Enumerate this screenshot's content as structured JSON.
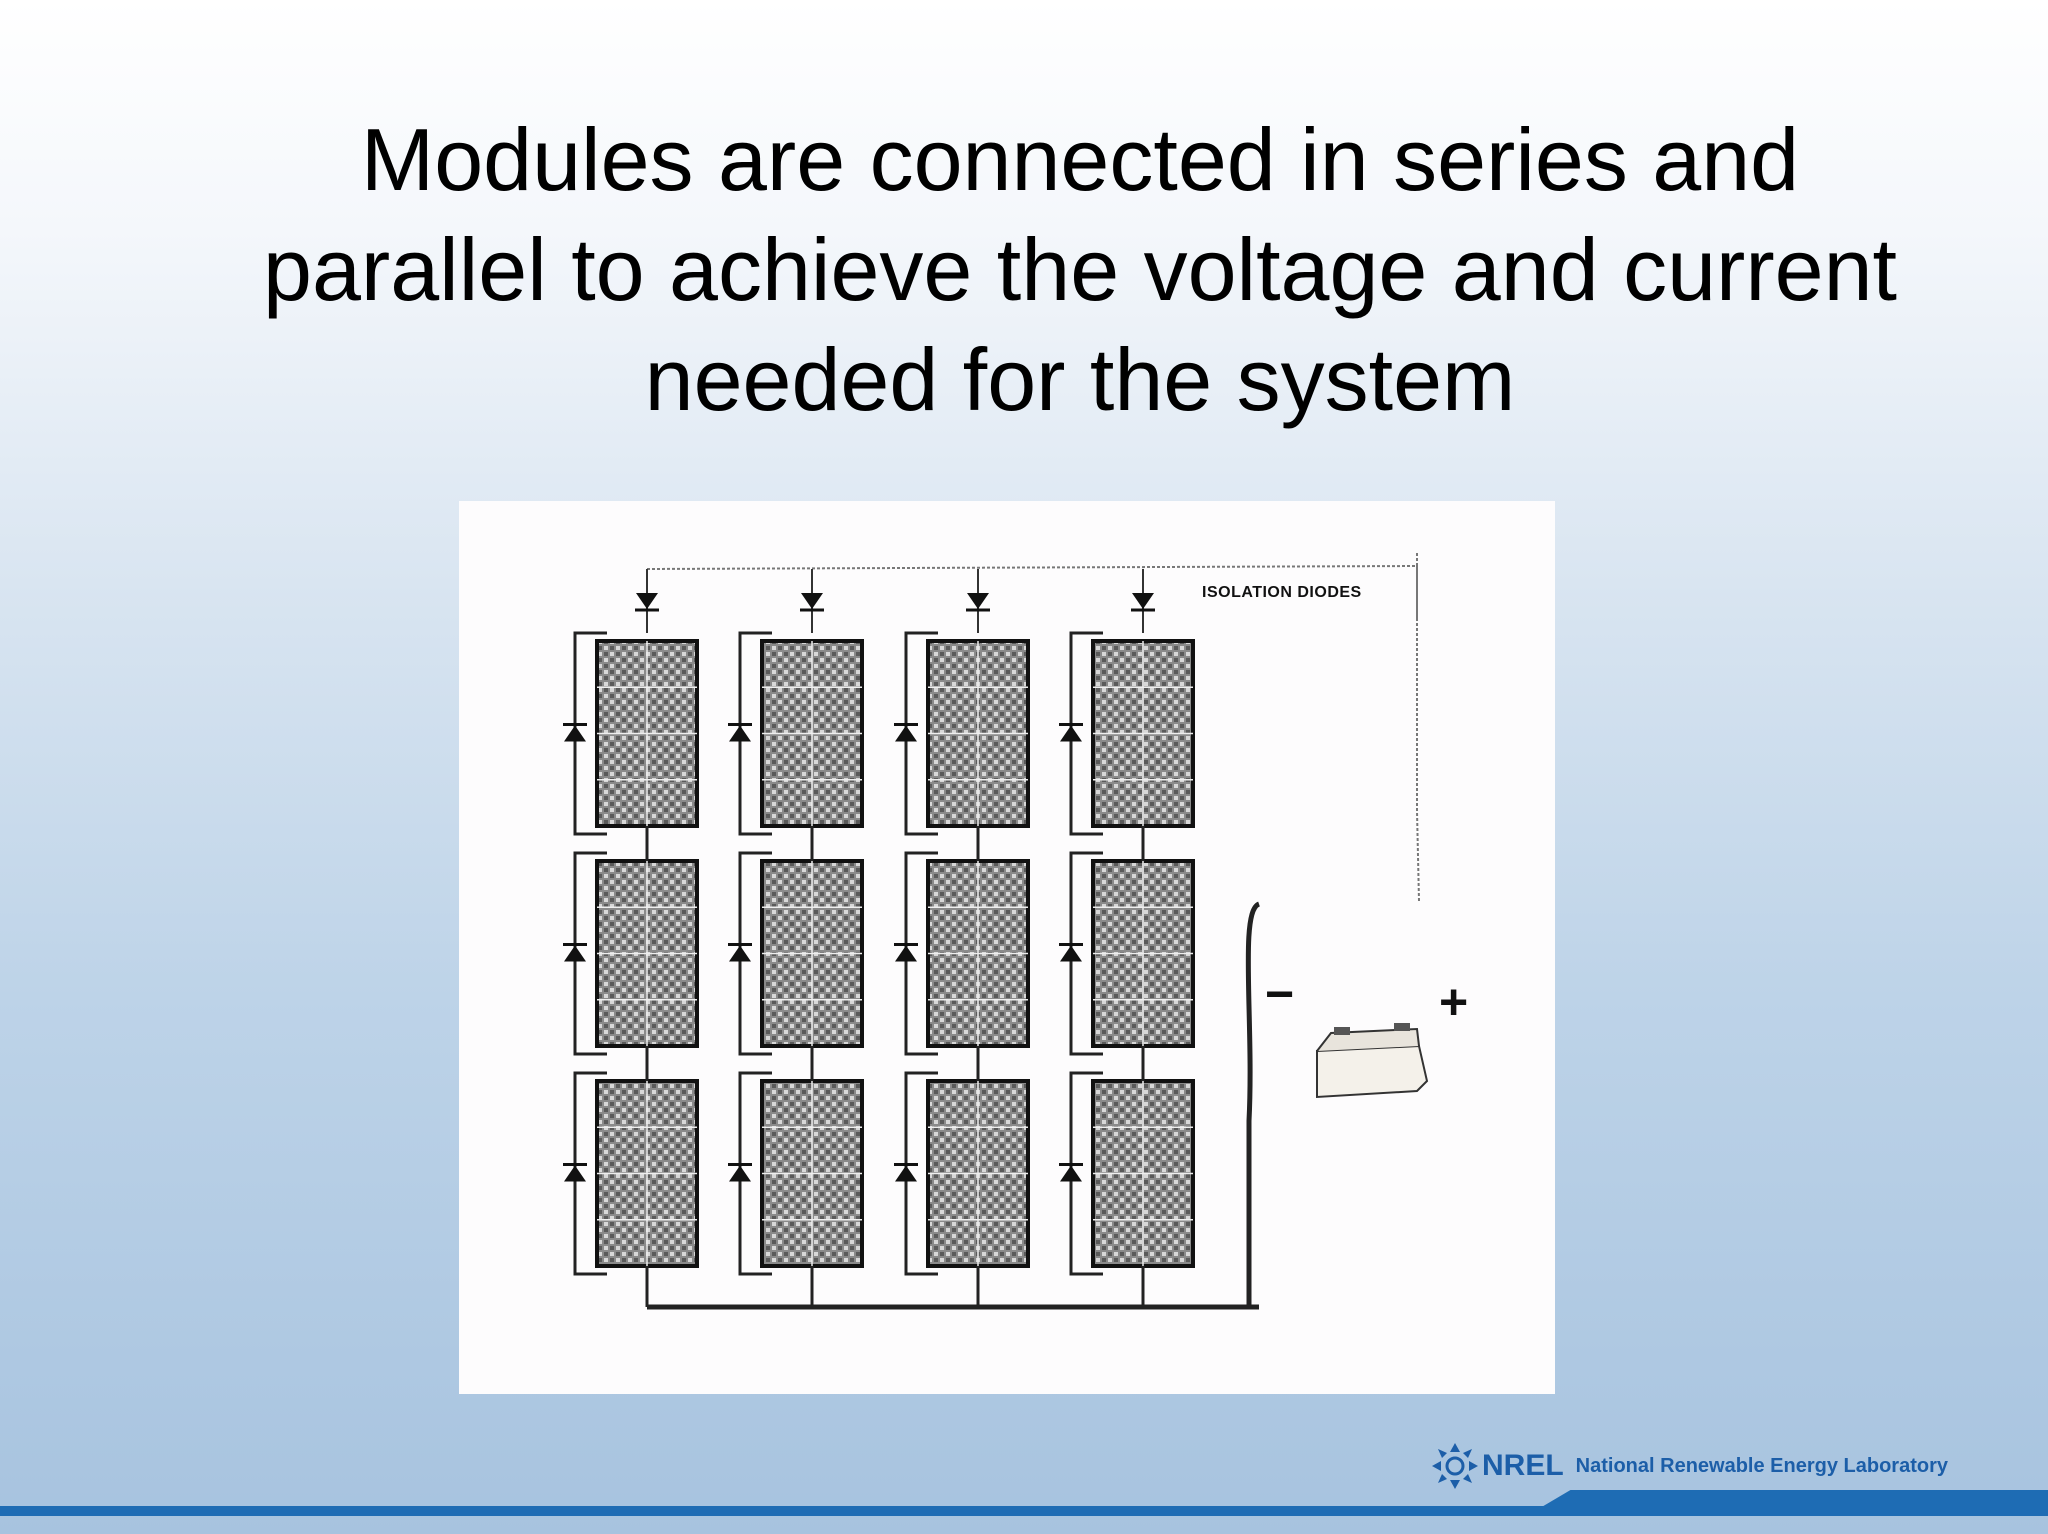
{
  "slide": {
    "title_lines": [
      "Modules are connected in series and",
      "parallel to achieve the voltage and current",
      "needed for the system"
    ]
  },
  "diagram": {
    "caption": "ISOLATION DIODES",
    "minus": "−",
    "plus": "+",
    "columns": 4,
    "rows": 3
  },
  "footer": {
    "logo_mark": "NREL",
    "organization": "National Renewable Energy Laboratory"
  },
  "colors": {
    "footer_blue": "#1e6cb4",
    "logo_blue": "#1c5ea8"
  }
}
